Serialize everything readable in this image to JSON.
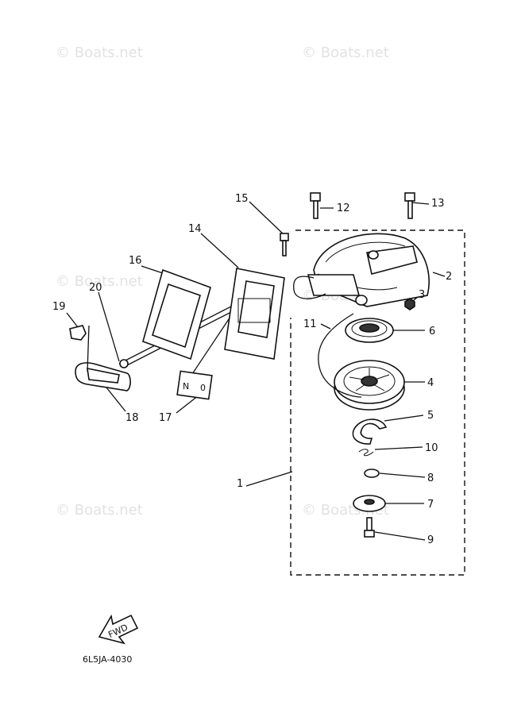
{
  "watermark": "© Boats.net",
  "diagram_code": "6L5JA-4030",
  "fwd_label": "FWD",
  "neutral_label": {
    "left": "N",
    "right": "0"
  },
  "callouts": [
    "1",
    "2",
    "3",
    "4",
    "5",
    "6",
    "7",
    "8",
    "9",
    "10",
    "11",
    "12",
    "13",
    "14",
    "15",
    "16",
    "17",
    "18",
    "19",
    "20"
  ]
}
